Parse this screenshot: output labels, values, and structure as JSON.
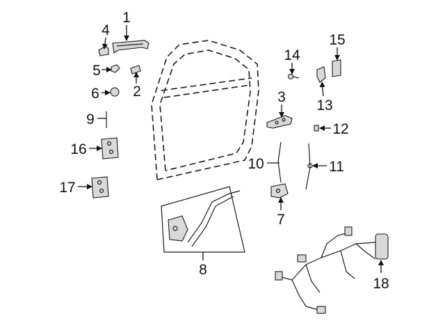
{
  "diagram": {
    "callouts": {
      "c1": "1",
      "c2": "2",
      "c3": "3",
      "c4": "4",
      "c5": "5",
      "c6": "6",
      "c7": "7",
      "c8": "8",
      "c9": "9",
      "c10": "10",
      "c11": "11",
      "c12": "12",
      "c13": "13",
      "c14": "14",
      "c15": "15",
      "c16": "16",
      "c17": "17",
      "c18": "18"
    },
    "colors": {
      "line": "#1a1a1a",
      "part_fill": "#d9d9d9",
      "background": "#ffffff"
    }
  }
}
